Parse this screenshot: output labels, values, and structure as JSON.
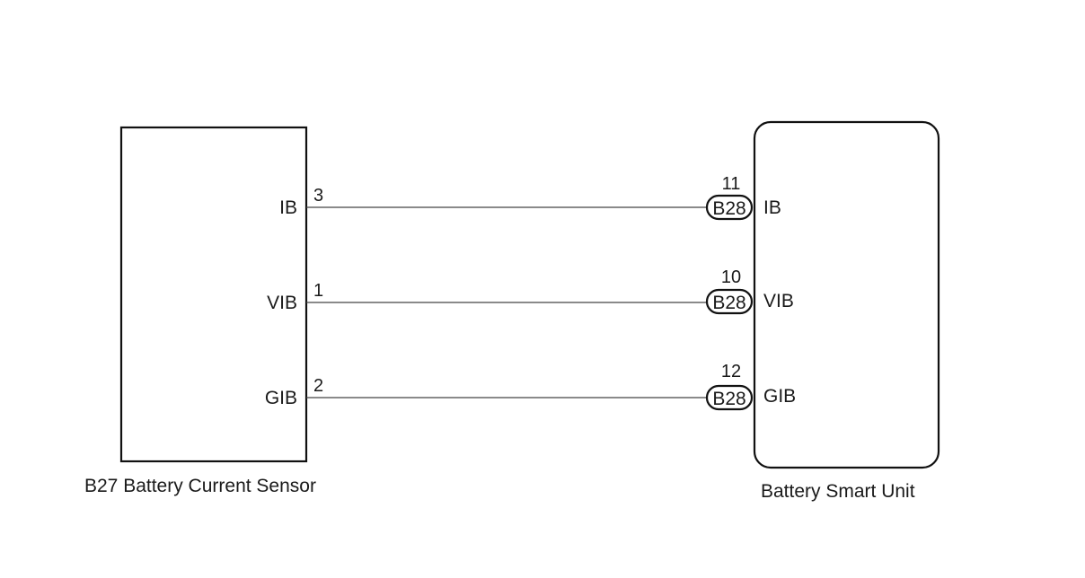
{
  "sensor": {
    "caption": "B27 Battery Current Sensor",
    "terminals": [
      {
        "name": "IB",
        "pin": "3"
      },
      {
        "name": "VIB",
        "pin": "1"
      },
      {
        "name": "GIB",
        "pin": "2"
      }
    ]
  },
  "unit": {
    "caption": "Battery Smart Unit",
    "connector": "B28",
    "terminals": [
      {
        "name": "IB",
        "pin": "11"
      },
      {
        "name": "VIB",
        "pin": "10"
      },
      {
        "name": "GIB",
        "pin": "12"
      }
    ]
  }
}
